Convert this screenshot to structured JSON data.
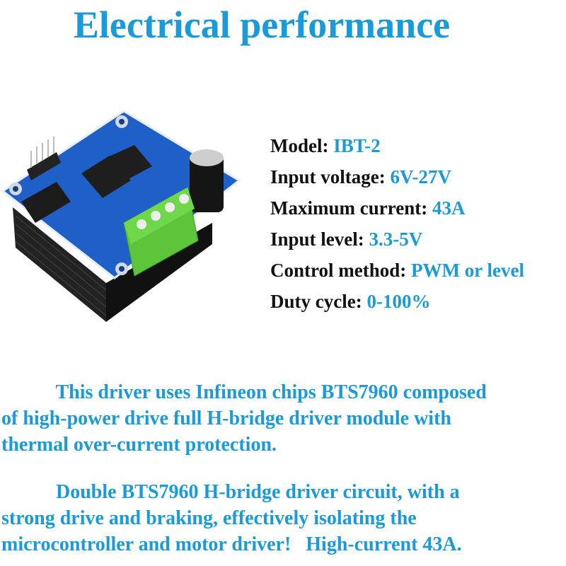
{
  "title": "Electrical performance",
  "colors": {
    "accent": "#1a9ad9",
    "label": "#111111",
    "pcb": "#1f5fc8",
    "terminal": "#5dc53a",
    "heatsink": "#1e1e1e"
  },
  "specs": [
    {
      "label": "Model: ",
      "value": "IBT-2"
    },
    {
      "label": "Input voltage: ",
      "value": "6V-27V"
    },
    {
      "label": "Maximum current: ",
      "value": "43A"
    },
    {
      "label": "Input level: ",
      "value": "3.3-5V"
    },
    {
      "label": "Control method: ",
      "value": "PWM or level"
    },
    {
      "label": "Duty cycle: ",
      "value": "0-100%"
    }
  ],
  "paragraphs": [
    {
      "lines": [
        "           This driver uses Infineon chips BTS7960 composed",
        "of high-power drive full H-bridge driver module with",
        "thermal over-current protection."
      ]
    },
    {
      "lines": [
        "           Double BTS7960 H-bridge driver circuit, with a",
        "strong drive and braking, effectively isolating the",
        "microcontroller and motor driver!   High-current 43A."
      ]
    }
  ]
}
